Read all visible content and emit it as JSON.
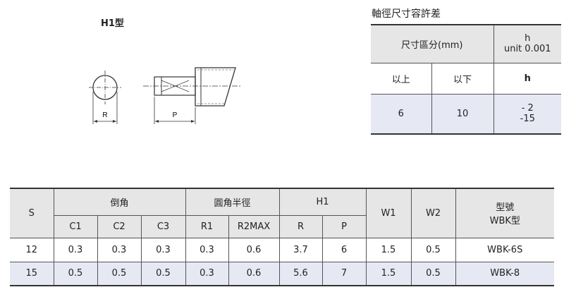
{
  "diagram": {
    "title": "H1型",
    "label_r": "R",
    "label_p": "P"
  },
  "tolerance": {
    "title": "軸徑尺寸容許差",
    "col1": "尺寸區分(mm)",
    "col2_line1": "h",
    "col2_line2": "unit 0.001",
    "sub1": "以上",
    "sub2": "以下",
    "sub3": "h",
    "row": {
      "above": "6",
      "below": "10",
      "h_upper": "- 2",
      "h_lower": "-15"
    }
  },
  "spec": {
    "headers": {
      "s": "S",
      "chamfer": "倒角",
      "radius": "圓角半徑",
      "h1": "H1",
      "w1": "W1",
      "w2": "W2",
      "model_line1": "型號",
      "model_line2": "WBK型",
      "c1": "C1",
      "c2": "C2",
      "c3": "C3",
      "r1": "R1",
      "r2max": "R2MAX",
      "r": "R",
      "p": "P"
    },
    "rows": [
      {
        "s": "12",
        "c1": "0.3",
        "c2": "0.3",
        "c3": "0.3",
        "r1": "0.3",
        "r2max": "0.6",
        "r": "3.7",
        "p": "6",
        "w1": "1.5",
        "w2": "0.5",
        "model": "WBK-6S"
      },
      {
        "s": "15",
        "c1": "0.5",
        "c2": "0.5",
        "c3": "0.5",
        "r1": "0.3",
        "r2max": "0.6",
        "r": "5.6",
        "p": "7",
        "w1": "1.5",
        "w2": "0.5",
        "model": "WBK-8"
      }
    ]
  }
}
